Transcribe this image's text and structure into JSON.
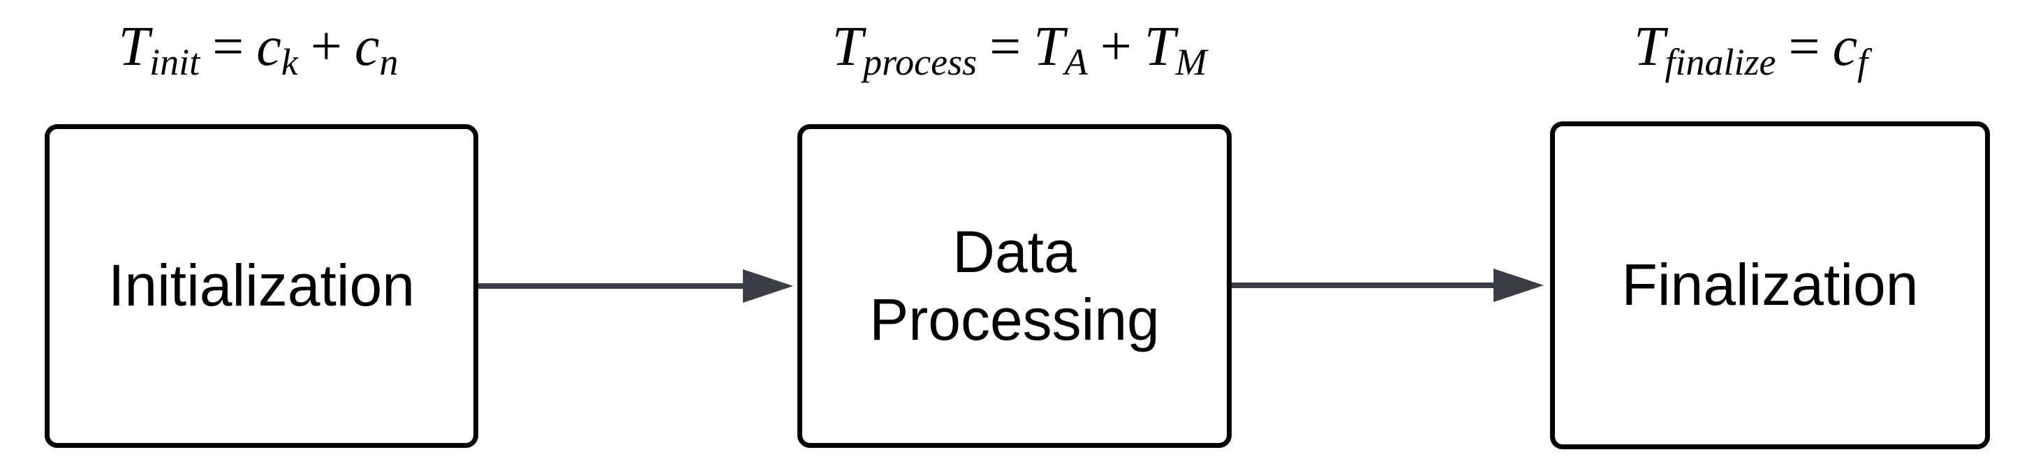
{
  "stages": [
    {
      "label": "Initialization",
      "formula": {
        "lhs": {
          "base": "T",
          "sub": "init"
        },
        "op": "=",
        "rhs1": {
          "base": "c",
          "sub": "k"
        },
        "plus": "+",
        "rhs2": {
          "base": "c",
          "sub": "n"
        }
      }
    },
    {
      "label": "Data\nProcessing",
      "formula": {
        "lhs": {
          "base": "T",
          "sub": "process"
        },
        "op": "=",
        "rhs1": {
          "base": "T",
          "sub": "A"
        },
        "plus": "+",
        "rhs2": {
          "base": "T",
          "sub": "M"
        }
      }
    },
    {
      "label": "Finalization",
      "formula": {
        "lhs": {
          "base": "T",
          "sub": "finalize"
        },
        "op": "=",
        "rhs1": {
          "base": "c",
          "sub": "f"
        }
      }
    }
  ],
  "colors": {
    "box_border": "#000000",
    "arrow": "#3a3d45",
    "text": "#000000",
    "background": "#ffffff"
  }
}
